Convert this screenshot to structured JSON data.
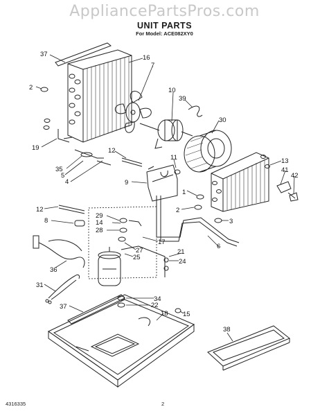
{
  "watermark": "AppliancePartsPros.com",
  "title": "UNIT PARTS",
  "model_line": "For Model: ACE082XY0",
  "doc_number": "4316335",
  "page_number": "2",
  "callouts": {
    "c37a": "37",
    "c16": "16",
    "c7": "7",
    "c2a": "2",
    "c10": "10",
    "c39": "39",
    "c30": "30",
    "c19": "19",
    "c12a": "12",
    "c11": "11",
    "c13": "13",
    "c41": "41",
    "c42": "42",
    "c35": "35",
    "c5": "5",
    "c4": "4",
    "c9": "9",
    "c1": "1",
    "c2b": "2",
    "c3": "3",
    "c12b": "12",
    "c8": "8",
    "c29": "29",
    "c14": "14",
    "c28": "28",
    "c17": "17",
    "c27": "27",
    "c25": "25",
    "c6": "6",
    "c21": "21",
    "c24": "24",
    "c36": "36",
    "c31": "31",
    "c34": "34",
    "c22": "22",
    "c37b": "37",
    "c18": "18",
    "c15": "15",
    "c38": "38"
  }
}
